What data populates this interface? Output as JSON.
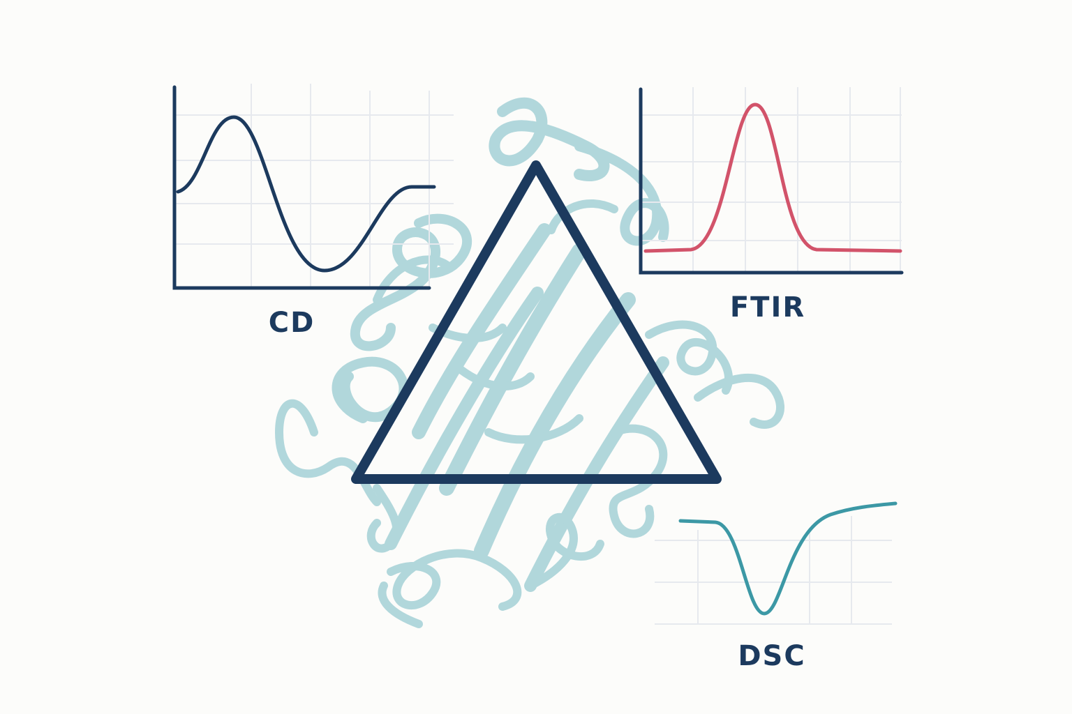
{
  "labels": {
    "cd": "CD",
    "ftir": "FTIR",
    "dsc": "DSC"
  },
  "colors": {
    "background": "#fcfcfa",
    "navy": "#1c3a5e",
    "ftir_curve": "#d2536a",
    "dsc_curve": "#3c98a5",
    "protein_ribbon": "#a9d3d8",
    "grid": "#e6e9ee"
  },
  "icons": {
    "center": "triangle-icon",
    "background": "protein-ribbon-illustration"
  }
}
